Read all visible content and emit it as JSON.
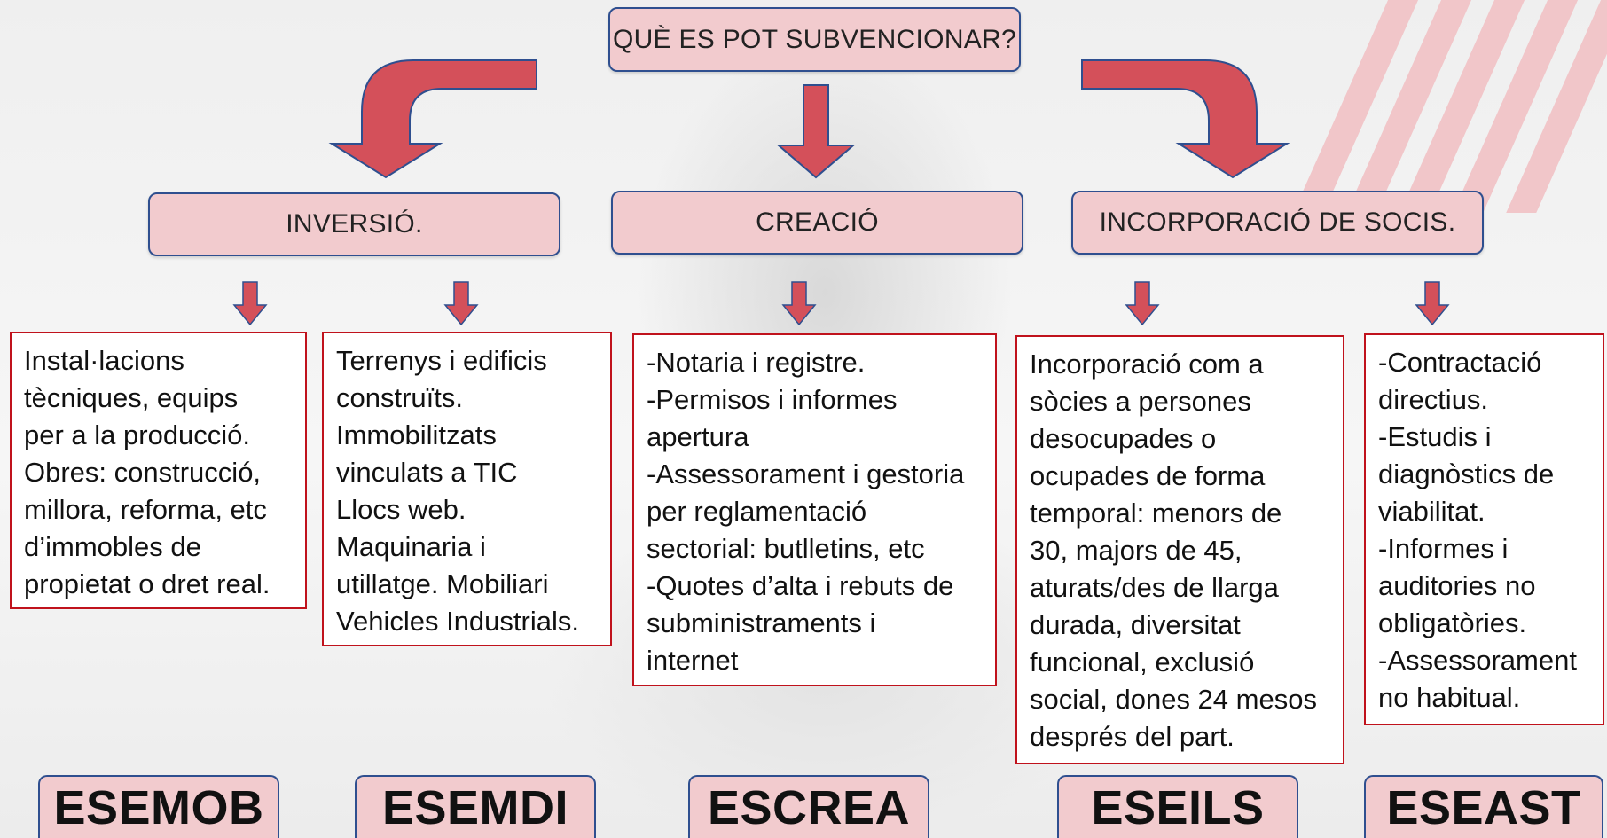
{
  "diagram": {
    "title": "QUÈ ES POT SUBVENCIONAR?",
    "categories": [
      {
        "label": "INVERSIÓ."
      },
      {
        "label": "CREACIÓ"
      },
      {
        "label": "INCORPORACIÓ DE SOCIS."
      }
    ],
    "items": [
      {
        "lines": [
          "Instal·lacions",
          "tècniques, equips",
          "per a la producció.",
          "Obres: construcció,",
          "millora, reforma, etc",
          "d’immobles de",
          "propietat o dret real."
        ],
        "code": "ESEMOB"
      },
      {
        "lines": [
          "Terrenys i edificis",
          "construïts.",
          "Immobilitzats",
          "vinculats a TIC",
          "Llocs web.",
          "Maquinaria i",
          "utillatge. Mobiliari",
          "Vehicles Industrials."
        ],
        "code": "ESEMDI"
      },
      {
        "lines": [
          "-Notaria i registre.",
          "-Permisos i informes",
          "apertura",
          "-Assessorament i gestoria",
          "per reglamentació",
          "sectorial: butlletins, etc",
          "-Quotes d’alta i rebuts de",
          "subministraments i",
          "internet"
        ],
        "code": "ESCREA"
      },
      {
        "lines": [
          "Incorporació com a",
          "sòcies a persones",
          "desocupades o",
          "ocupades de forma",
          "temporal: menors de",
          "30, majors de 45,",
          "aturats/des de llarga",
          "durada, diversitat",
          "funcional, exclusió",
          "social, dones 24 mesos",
          "després del part."
        ],
        "code": "ESEILS"
      },
      {
        "lines": [
          "-Contractació",
          "directius.",
          "-Estudis  i",
          "diagnòstics de",
          "viabilitat.",
          "-Informes i",
          "auditories no",
          "obligatòries.",
          "-Assessorament",
          "no habitual."
        ],
        "code": "ESEAST"
      }
    ]
  },
  "colors": {
    "box_fill": "#f2cbce",
    "box_border": "#2f4f8f",
    "content_border": "#c0121c",
    "arrow_fill": "#d4505a",
    "arrow_stroke": "#2f4f8f"
  }
}
